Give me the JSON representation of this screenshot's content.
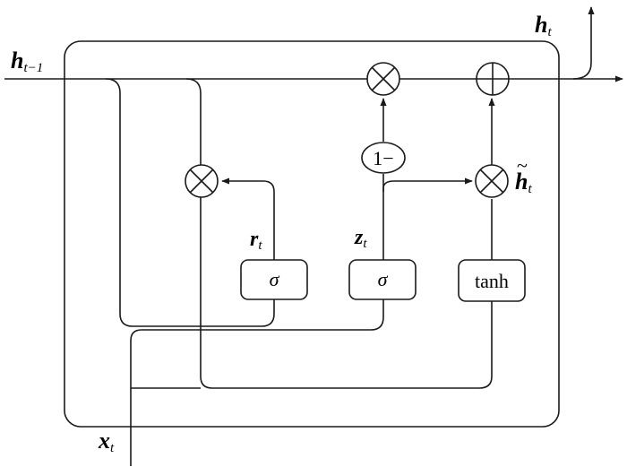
{
  "labels": {
    "h_prev": {
      "main": "h",
      "sub": "t−1"
    },
    "h_out": {
      "main": "h",
      "sub": "t"
    },
    "x_in": {
      "main": "x",
      "sub": "t"
    },
    "r_gate": {
      "main": "r",
      "sub": "t"
    },
    "z_gate": {
      "main": "z",
      "sub": "t"
    },
    "h_cand": {
      "main": "h",
      "sub": "t",
      "accent": "~"
    }
  },
  "boxes": {
    "sigma_r": "σ",
    "sigma_z": "σ",
    "tanh": "tanh"
  },
  "one_minus": "1−",
  "colors": {
    "line": "#1a1a1a",
    "background": "#ffffff"
  }
}
